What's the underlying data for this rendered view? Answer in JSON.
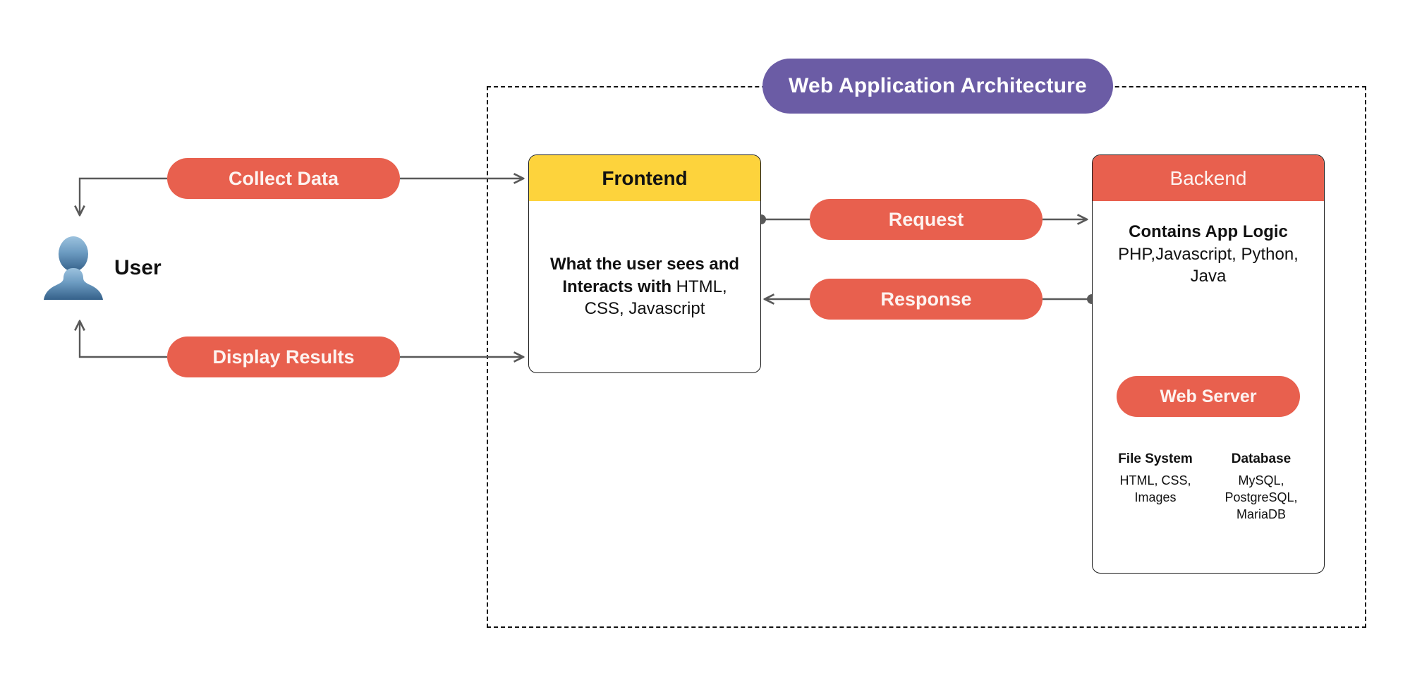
{
  "diagram": {
    "title": "Web Application Architecture",
    "user": {
      "label": "User",
      "icon": "user-avatar-icon"
    },
    "flow_pills": {
      "collect_data": "Collect Data",
      "display_results": "Display Results",
      "request": "Request",
      "response": "Response"
    },
    "frontend": {
      "header": "Frontend",
      "body_strong": "What the user sees and Interacts with",
      "body_normal": " HTML, CSS, Javascript"
    },
    "backend": {
      "header": "Backend",
      "logic_strong": "Contains App Logic",
      "logic_normal": "PHP,Javascript, Python, Java",
      "web_server": "Web Server",
      "columns": [
        {
          "title": "File System",
          "items": "HTML, CSS, Images"
        },
        {
          "title": "Database",
          "items": "MySQL, PostgreSQL, MariaDB"
        }
      ]
    },
    "colors": {
      "coral": "#e8604e",
      "purple": "#6b5ca5",
      "yellow": "#fdd33c",
      "line": "#595959",
      "border": "#111111",
      "avatar_light": "#8fb8d8",
      "avatar_dark": "#35618a"
    }
  }
}
